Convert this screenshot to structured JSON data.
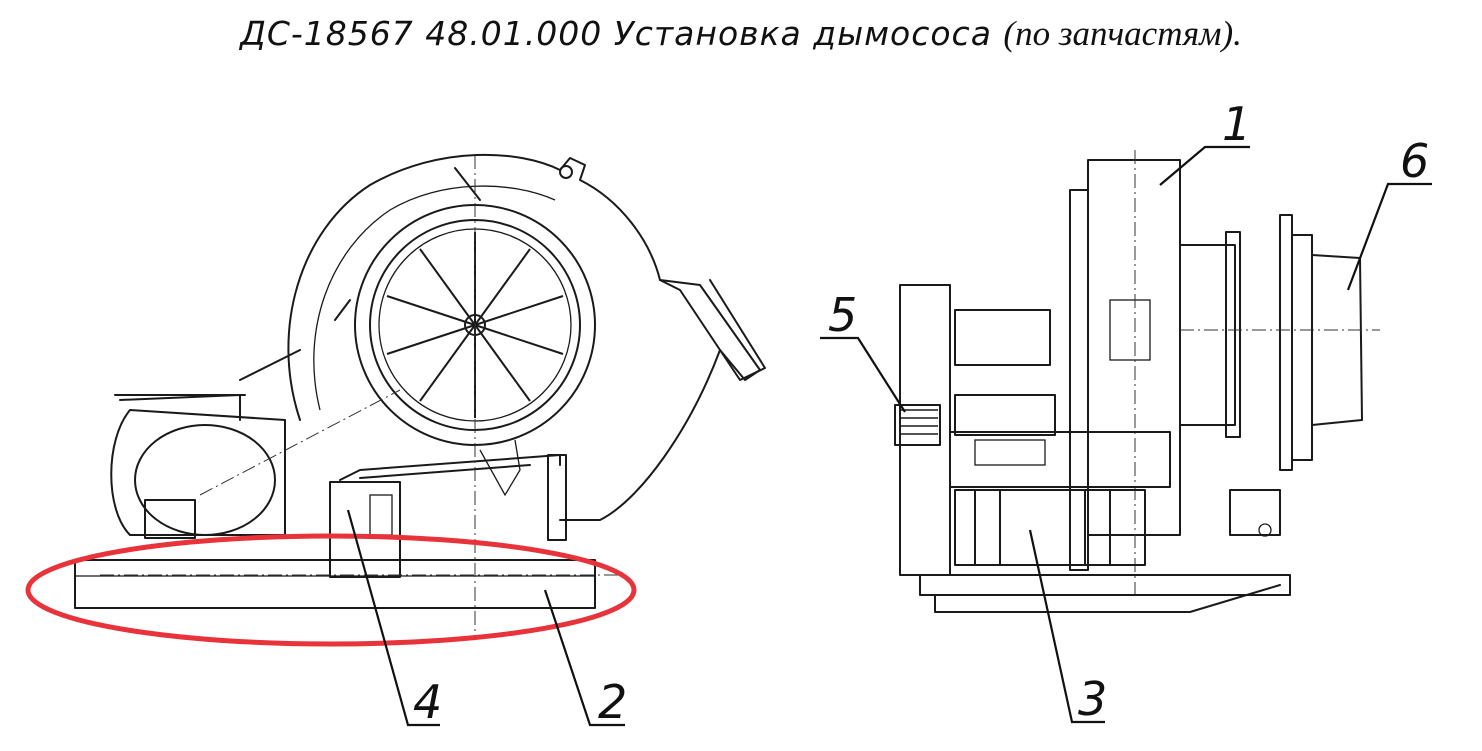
{
  "title": {
    "part1": "ДС-18567 48.01.000 Установка дымососа",
    "part2": "(по запчастям)."
  },
  "callouts": {
    "c1": "1",
    "c2": "2",
    "c3": "3",
    "c4": "4",
    "c5": "5",
    "c6": "6"
  },
  "colors": {
    "ink": "#1a1a1a",
    "highlight": "#e8333a"
  }
}
